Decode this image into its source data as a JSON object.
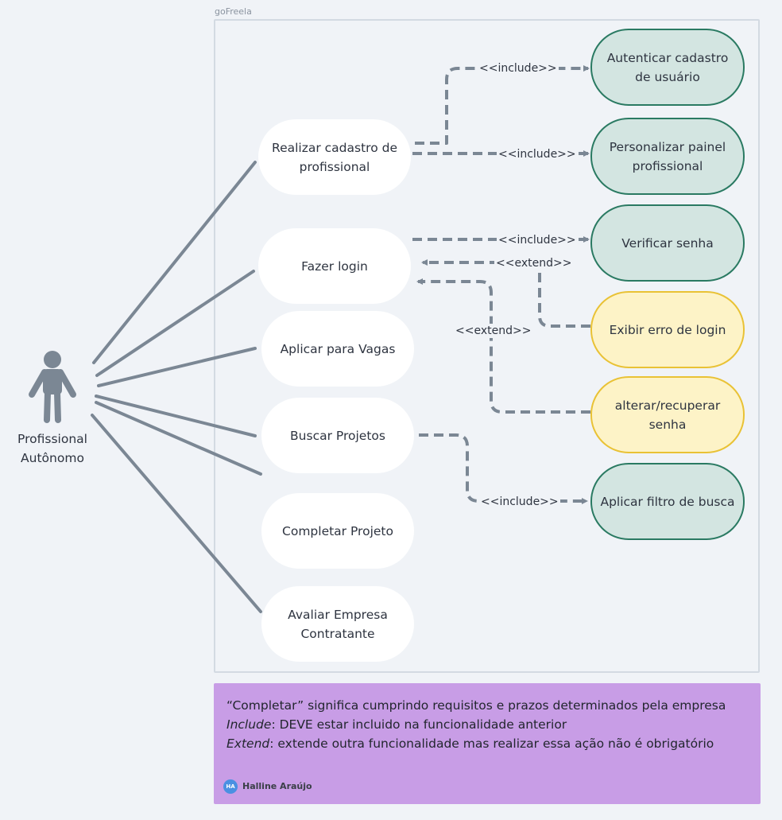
{
  "frame_title": "goFreela",
  "actor": {
    "label_line1": "Profissional",
    "label_line2": "Autônomo"
  },
  "use_cases": {
    "cadastro": "Realizar cadastro de profissional",
    "login": "Fazer login",
    "vagas": "Aplicar para Vagas",
    "buscar": "Buscar Projetos",
    "completar": "Completar Projeto",
    "avaliar": "Avaliar Empresa Contratante"
  },
  "sub_cases": {
    "autenticar": "Autenticar cadastro de usuário",
    "personalizar": "Personalizar painel profissional",
    "verificar": "Verificar senha",
    "erro": "Exibir erro de login",
    "recuperar": "alterar/recuperar senha",
    "filtro": "Aplicar filtro de busca"
  },
  "relations": {
    "include": "<<include>>",
    "extend": "<<extend>>"
  },
  "note": {
    "line1": "“Completar” significa cumprindo requisitos e prazos determinados pela empresa",
    "line2_em": "Include",
    "line2_rest": ": DEVE estar incluido na funcionalidade anterior",
    "line3_em": "Extend",
    "line3_rest": ": extende outra funcionalidade mas realizar essa ação não é obrigatório",
    "author": "Halline Araújo",
    "author_initials": "HA"
  },
  "colors": {
    "background": "#f0f3f7",
    "connector": "#7b8794",
    "include_fill": "#d3e5e1",
    "include_border": "#2a7a62",
    "extend_fill": "#fdf3c7",
    "extend_border": "#e9c235",
    "note_fill": "#c89de6"
  }
}
